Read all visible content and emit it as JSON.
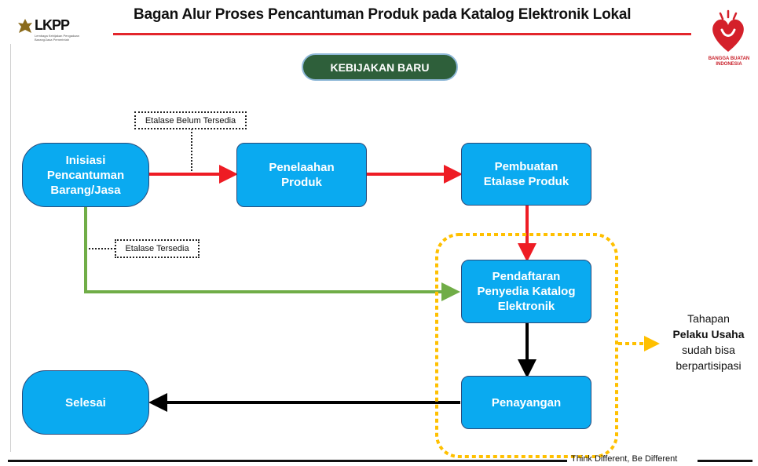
{
  "header": {
    "title": "Bagan Alur Proses Pencantuman Produk pada Katalog Elektronik Lokal",
    "logo_left_text": "LKPP",
    "logo_left_sub": "Lembaga Kebijakan Pengadaan Barang/Jasa Pemerintah",
    "logo_right_text": "BANGGA BUATAN INDONESIA"
  },
  "badge": {
    "label": "KEBIJAKAN BARU"
  },
  "nodes": {
    "inisiasi": {
      "line1": "Inisiasi",
      "line2": "Pencantuman",
      "line3": "Barang/Jasa"
    },
    "penelaahan": {
      "line1": "Penelaahan",
      "line2": "Produk"
    },
    "pembuatan": {
      "line1": "Pembuatan",
      "line2": "Etalase Produk"
    },
    "pendaftaran": {
      "line1": "Pendaftaran",
      "line2": "Penyedia Katalog",
      "line3": "Elektronik"
    },
    "penayangan": {
      "label": "Penayangan"
    },
    "selesai": {
      "label": "Selesai"
    }
  },
  "edge_labels": {
    "belum_tersedia": "Etalase Belum Tersedia",
    "tersedia": "Etalase Tersedia"
  },
  "side_note": {
    "line1": "Tahapan",
    "line2": "Pelaku Usaha",
    "line3": "sudah bisa",
    "line4": "berpartisipasi"
  },
  "footer": {
    "tagline": "Think Different, Be Different"
  },
  "colors": {
    "box_fill": "#0aaaf0",
    "red_arrow": "#ee1c24",
    "green_arrow": "#70ad47",
    "black_arrow": "#000000",
    "highlight": "#ffc000",
    "badge_fill": "#2e5f3a"
  }
}
